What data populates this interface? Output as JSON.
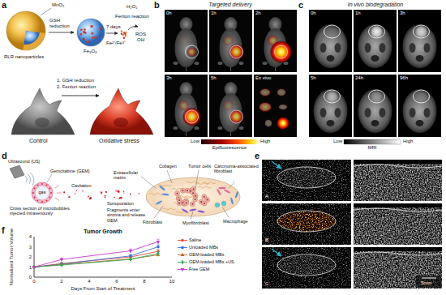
{
  "diagram": {
    "labels": [
      "a",
      "MnO₂",
      "GSH reduction",
      "Fe₃O₄",
      "7 days",
      "H₂O₂",
      "Fenton reaction",
      "Fe²⁺/Fe³⁺",
      "ROS ·OH",
      "RLR nanoparticles",
      "1. GSH reduction",
      "2. Fenton reaction",
      "Control",
      "Oxidative stress",
      "b",
      "Targeted delivery",
      "0h",
      "1h",
      "2h",
      "3h",
      "5h",
      "Ex vivo",
      "Low",
      "Epifluorescence",
      "High",
      "c",
      "In vivo biodegradation",
      "0h",
      "1h",
      "3h",
      "5h",
      "24h",
      "96h",
      "Low",
      "MRI",
      "High",
      "d",
      "Ultrasound (US)",
      "gas",
      "Gemcitabine (GEM)",
      "Cross section of microbubbles injected intravenously",
      "Cavitation",
      "Sonoporation",
      "Fragments enter stroma and release GEM",
      "Extracellular matrix",
      "Collagen",
      "Tumor cells",
      "Carcinoma-associated fibroblast",
      "Fibroblast",
      "Myofibroblast",
      "Macrophage",
      "e",
      "A",
      "B",
      "C",
      "5mm",
      "f",
      "Tumor Growth",
      "Normalized Tumor Volume",
      "0",
      "2",
      "4",
      "6",
      "8",
      "10",
      "0",
      "1",
      "2",
      "3",
      "4",
      "Days From Start of Treatment"
    ],
    "legend": [
      {
        "text": "Saline",
        "color": "#e8453c"
      },
      {
        "text": "Unloaded MBs",
        "color": "#3b6fd6"
      },
      {
        "text": "GEM-loaded MBs",
        "color": "#b8681e"
      },
      {
        "text": "GEM-loaded MBs +US",
        "color": "#34a853"
      },
      {
        "text": "Free GEM",
        "color": "#c23bd0"
      }
    ]
  }
}
